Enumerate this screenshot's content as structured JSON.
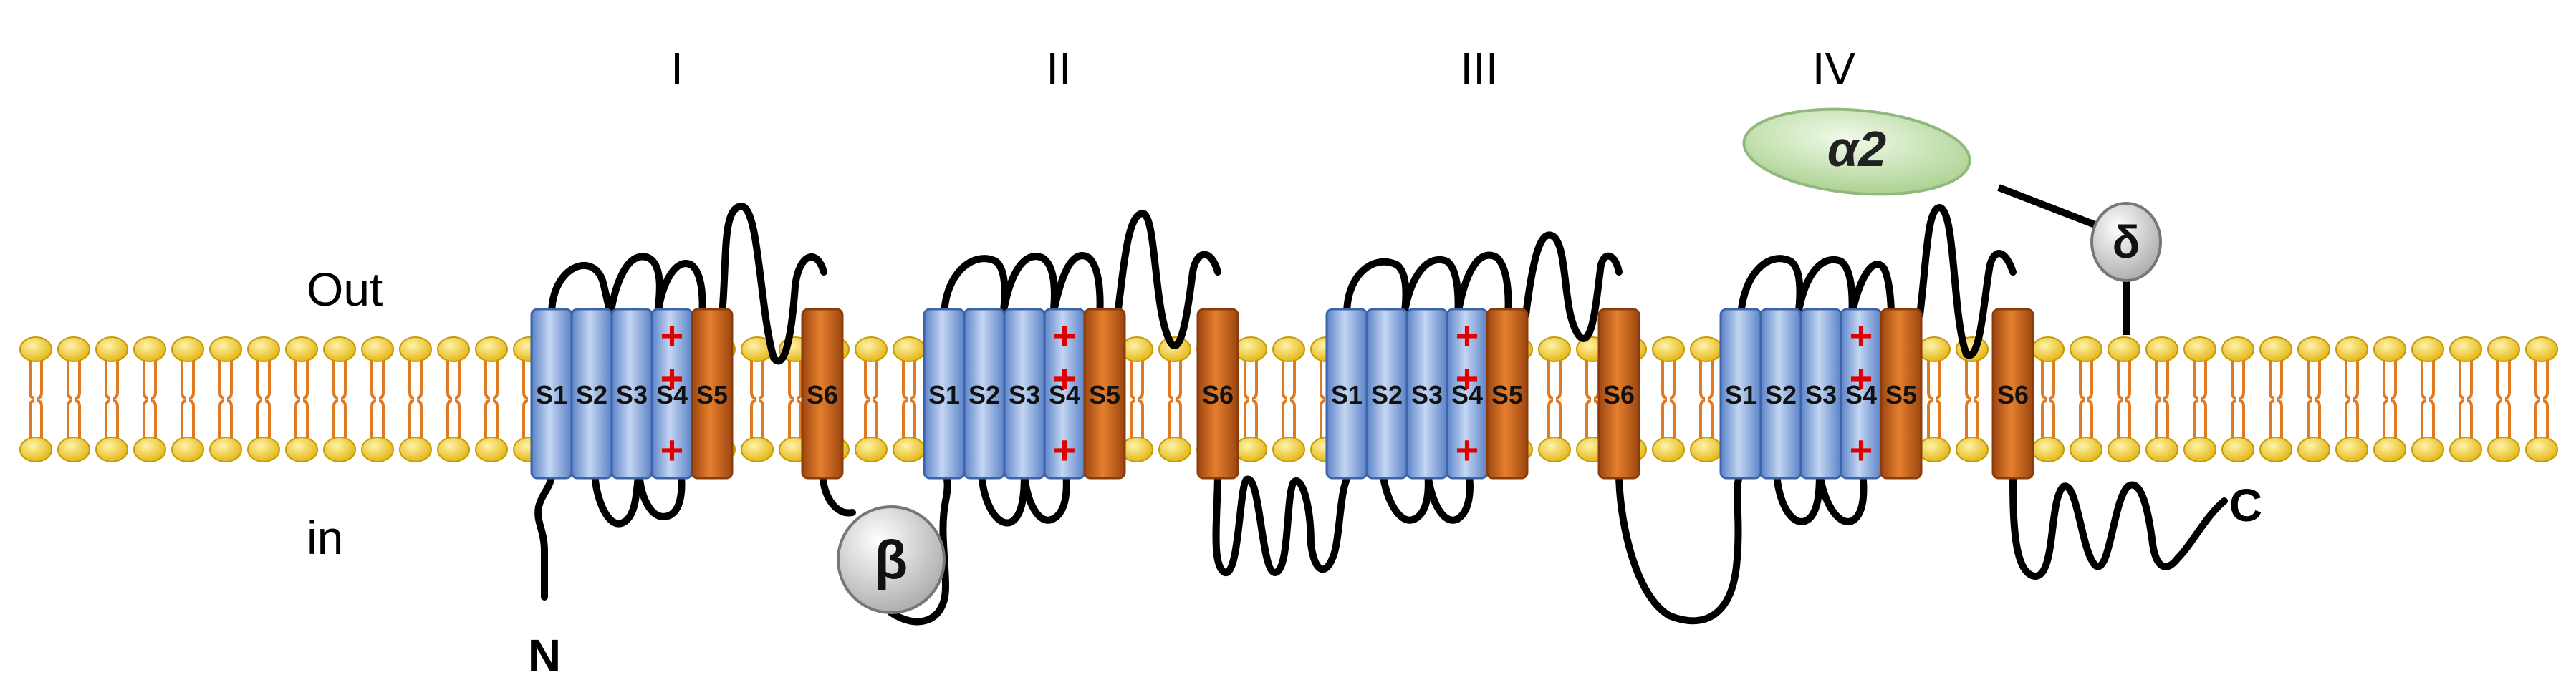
{
  "domains": [
    "I",
    "II",
    "III",
    "IV"
  ],
  "side_labels": {
    "out": "Out",
    "in": "in"
  },
  "terminals": {
    "n": "N",
    "c": "C"
  },
  "segments": [
    "S1",
    "S2",
    "S3",
    "S4",
    "S5",
    "S6"
  ],
  "charge_symbol": "+",
  "subunits": {
    "alpha2": "α2",
    "beta": "β",
    "delta": "δ"
  },
  "colors": {
    "membrane_head": "#f2c81a",
    "membrane_tail": "#e07a22",
    "voltage_segment": "#7fa4df",
    "pore_segment": "#d2691e",
    "charge": "#e00000",
    "alpha2_fill": "#c9e3b6",
    "subunit_fill": "#e6e6e6",
    "loop": "#000000"
  }
}
